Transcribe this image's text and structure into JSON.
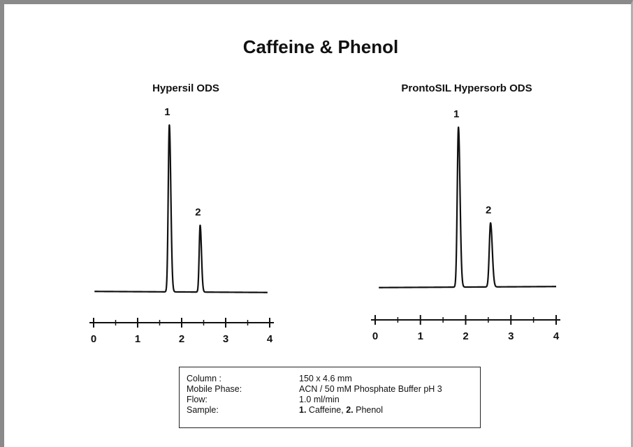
{
  "title": "Caffeine & Phenol",
  "chart_data": [
    {
      "type": "line",
      "title": "Hypersil ODS",
      "xlabel": "",
      "ylabel": "",
      "xlim": [
        0,
        4
      ],
      "x_ticks": [
        "0",
        "1",
        "2",
        "3",
        "4"
      ],
      "baseline_y": 0.0,
      "peaks": [
        {
          "label": "1",
          "rt": 1.72,
          "height": 1.0,
          "width": 0.025
        },
        {
          "label": "2",
          "rt": 2.42,
          "height": 0.4,
          "width": 0.022
        }
      ],
      "trace_x_range": [
        0.02,
        3.95
      ],
      "grid": false
    },
    {
      "type": "line",
      "title": "ProntoSIL Hypersorb ODS",
      "xlabel": "",
      "ylabel": "",
      "xlim": [
        0,
        4
      ],
      "x_ticks": [
        "0",
        "1",
        "2",
        "3",
        "4"
      ],
      "baseline_y": 0.0,
      "peaks": [
        {
          "label": "1",
          "rt": 1.84,
          "height": 1.0,
          "width": 0.026
        },
        {
          "label": "2",
          "rt": 2.55,
          "height": 0.4,
          "width": 0.028
        }
      ],
      "trace_x_range": [
        0.08,
        4.0
      ],
      "grid": false
    }
  ],
  "info": {
    "rows": [
      {
        "label": "Column :",
        "value": "150 x 4.6 mm"
      },
      {
        "label": "Mobile Phase:",
        "value": "ACN / 50 mM Phosphate Buffer pH 3"
      },
      {
        "label": "Flow:",
        "value": "1.0 ml/min"
      }
    ],
    "sample_label": "Sample:",
    "sample_num1": "1.",
    "sample_name1": " Caffeine, ",
    "sample_num2": "2.",
    "sample_name2": " Phenol"
  }
}
